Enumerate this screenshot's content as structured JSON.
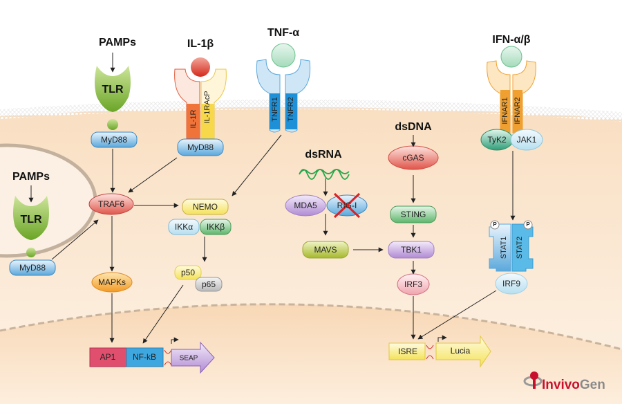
{
  "ligands": {
    "pamps": "PAMPs",
    "il1b": "IL-1β",
    "tnfa": "TNF-α",
    "ifn": "IFN-α/β",
    "dsdna": "dsDNA",
    "dsrna": "dsRNA",
    "endosome_pamps": "PAMPs"
  },
  "receptors": {
    "tlr": "TLR",
    "endosome_tlr": "TLR",
    "il1r": "IL-1R",
    "il1racp": "IL-1RAcP",
    "tnfr1": "TNFR1",
    "tnfr2": "TNFR2",
    "ifnar1": "IFNAR1",
    "ifnar2": "IFNAR2"
  },
  "proteins": {
    "myd88_tlr": "MyD88",
    "myd88_il1": "MyD88",
    "myd88_endosome": "MyD88",
    "traf6": "TRAF6",
    "nemo": "NEMO",
    "ikka": "IKKα",
    "ikkb": "IKKβ",
    "p50": "p50",
    "p65": "p65",
    "mapks": "MAPKs",
    "mda5": "MDA5",
    "rigi": "RIG-I",
    "mavs": "MAVS",
    "cgas": "cGAS",
    "sting": "STING",
    "tbk1": "TBK1",
    "irf3": "IRF3",
    "tyk2": "TyK2",
    "jak1": "JAK1",
    "stat1": "STAT1",
    "stat2": "STAT2",
    "phospho": "P",
    "irf9": "IRF9"
  },
  "reporters": {
    "ap1": "AP1",
    "nfkb": "NF-kB",
    "seap": "SEAP",
    "isre": "ISRE",
    "lucia": "Lucia"
  },
  "logo": {
    "part1": "Invivo",
    "part2": "Gen"
  },
  "colors": {
    "cytoplasm": "#fbe6cf",
    "nucleus": "#f9dcbd",
    "inhibition": "#e02020",
    "brand_red": "#c8102e"
  }
}
